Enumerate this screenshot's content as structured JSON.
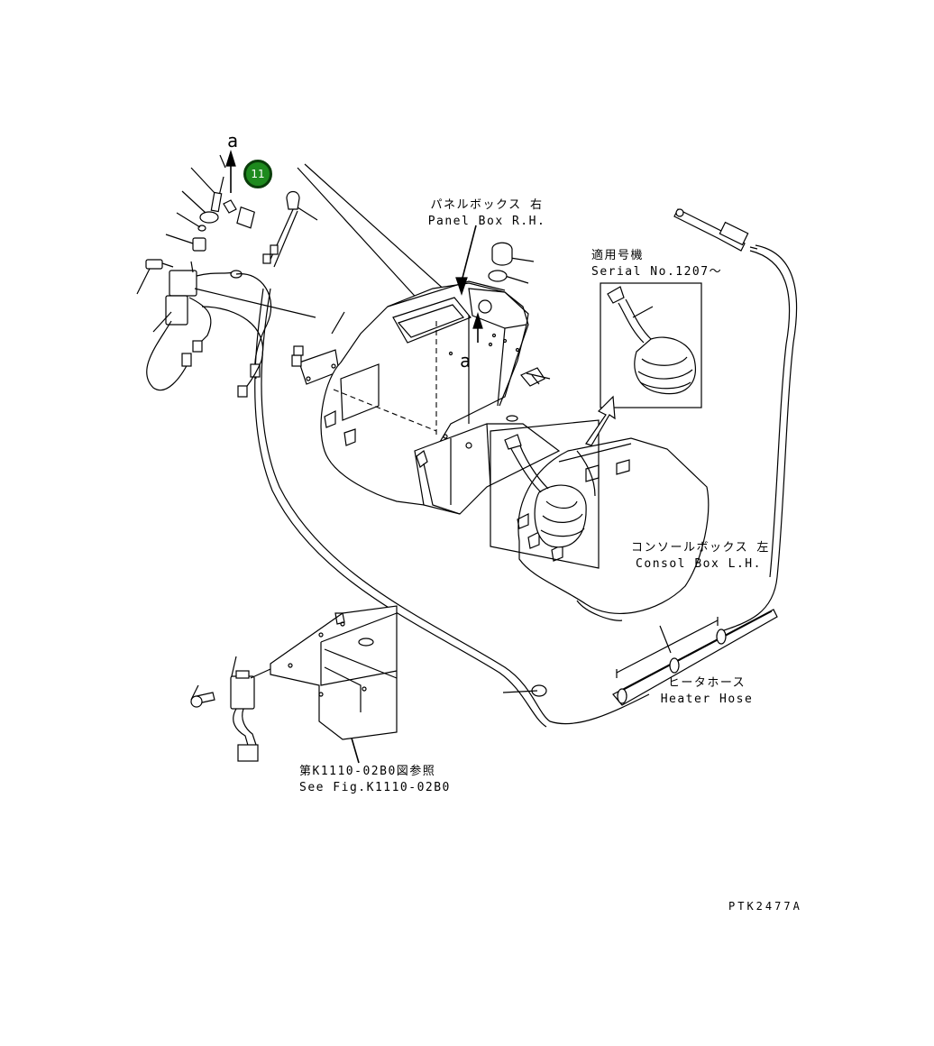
{
  "callout": {
    "number": "11"
  },
  "labels": {
    "arrow_a_top": "a",
    "arrow_a_center": "a",
    "panel_box_jp": "パネルボックス 右",
    "panel_box_en": "Panel Box R.H.",
    "serial_jp": "適用号機",
    "serial_en": "Serial No.1207～",
    "console_box_jp": "コンソールボックス 左",
    "console_box_en": "Consol Box L.H.",
    "heater_hose_jp": "ヒータホース",
    "heater_hose_en": "Heater Hose",
    "see_fig_jp": "第K1110-02B0図参照",
    "see_fig_en": "See Fig.K1110-02B0",
    "drawing_code": "PTK2477A"
  }
}
